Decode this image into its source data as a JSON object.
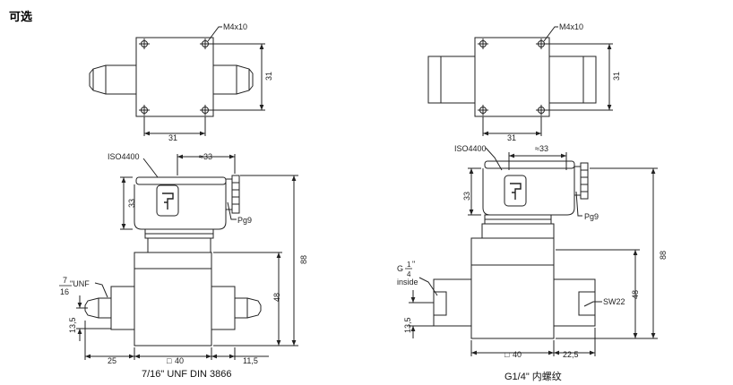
{
  "title": "可选",
  "labels": {
    "thread_m4": "M4x10",
    "dim_31": "31",
    "iso": "ISO4400",
    "dim_approx33": "≈33",
    "pg9": "Pg9",
    "dim_33": "33",
    "dim_88": "88",
    "dim_48": "48",
    "dim_13_5": "13,5",
    "dim_25": "25",
    "dim_40": "40",
    "dim_11_5": "11,5",
    "unf_num": "7",
    "unf_den": "16",
    "unf_suffix": "\"UNF",
    "g_prefix": "G",
    "g_num": "1",
    "g_den": "4",
    "g_quote": "\"",
    "inside": "inside",
    "sw22": "SW22",
    "dim_22_5": "22,5",
    "square": "□"
  },
  "captions": {
    "left": "7/16\" UNF DIN 3866",
    "right": "G1/4\" 内螺纹"
  }
}
